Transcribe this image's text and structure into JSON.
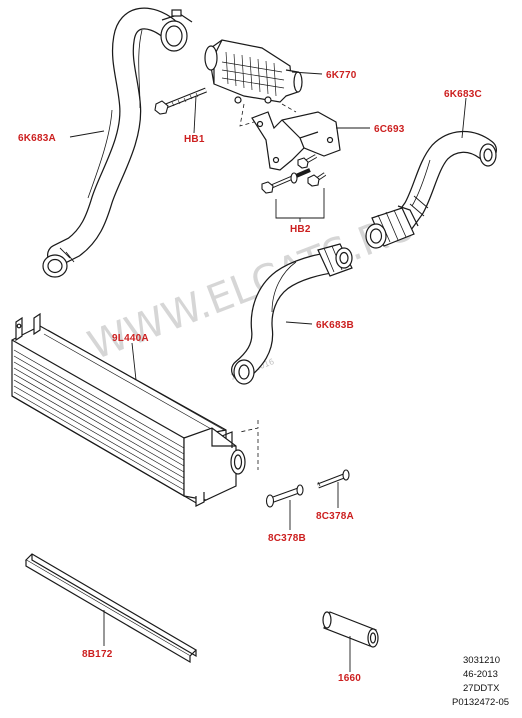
{
  "labels": {
    "hose_upper_left": "6K683A",
    "duct_6k770": "6K770",
    "bolt_hb1": "HB1",
    "bracket_6c693": "6C693",
    "bolts_hb2": "HB2",
    "hose_right": "6K683C",
    "hose_mid": "6K683B",
    "intercooler": "9L440A",
    "pin_8c378a": "8C378A",
    "pin_8c378b": "8C378B",
    "strip_8b172": "8B172",
    "sleeve_1660": "1660"
  },
  "reference": {
    "line1": "3031210",
    "line2": "46-2013",
    "line3": "27DDTX",
    "line4": "P0132472-05"
  },
  "watermark": {
    "text": "WWW.ELCATS.RU",
    "small": "20.09.2016"
  },
  "colors": {
    "label": "#cc1f1f",
    "line": "#1a1a1a",
    "watermark": "#b5b5b5"
  }
}
